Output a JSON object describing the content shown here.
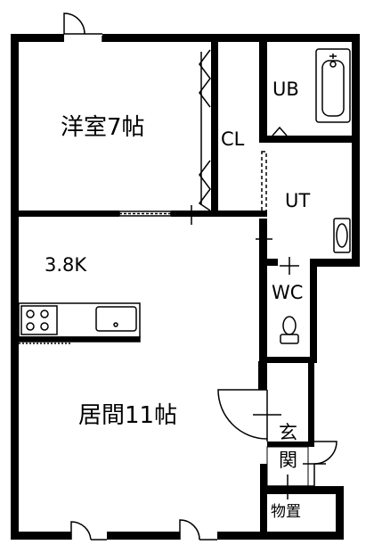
{
  "rooms": {
    "western_room": "洋室7帖",
    "closet": "CL",
    "unit_bath": "UB",
    "utility": "UT",
    "kitchen_size": "3.8K",
    "toilet": "WC",
    "living_room": "居間11帖",
    "entrance_1": "玄",
    "entrance_2": "関",
    "storage": "物置"
  }
}
